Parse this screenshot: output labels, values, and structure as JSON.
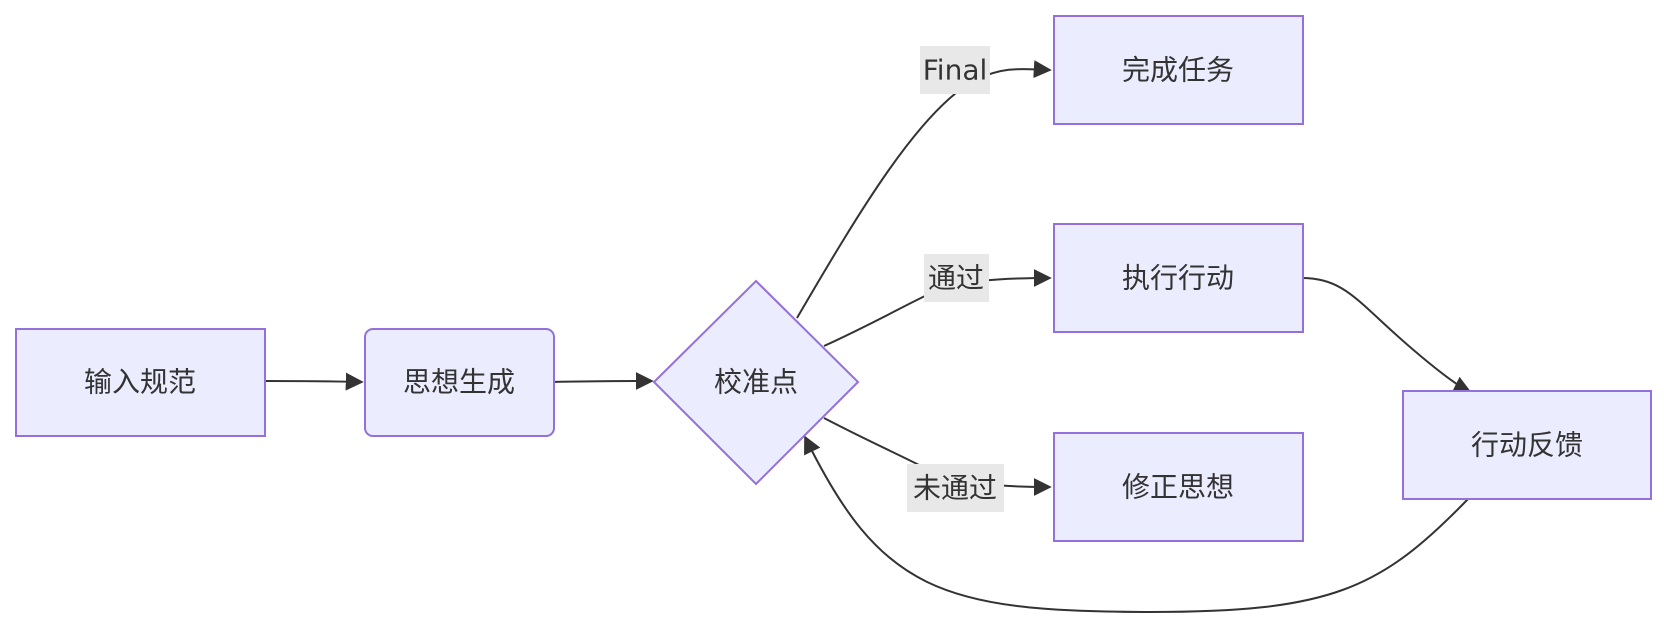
{
  "diagram": {
    "type": "flowchart",
    "direction": "left-to-right",
    "nodes": {
      "input_spec": {
        "label": "输入规范",
        "shape": "rect"
      },
      "thought_gen": {
        "label": "思想生成",
        "shape": "rounded-rect"
      },
      "checkpoint": {
        "label": "校准点",
        "shape": "diamond"
      },
      "complete_task": {
        "label": "完成任务",
        "shape": "rect"
      },
      "execute_action": {
        "label": "执行行动",
        "shape": "rect"
      },
      "revise_thought": {
        "label": "修正思想",
        "shape": "rect"
      },
      "action_feedback": {
        "label": "行动反馈",
        "shape": "rect"
      }
    },
    "edges": [
      {
        "from": "input_spec",
        "to": "thought_gen",
        "label": ""
      },
      {
        "from": "thought_gen",
        "to": "checkpoint",
        "label": ""
      },
      {
        "from": "checkpoint",
        "to": "complete_task",
        "label": "Final"
      },
      {
        "from": "checkpoint",
        "to": "execute_action",
        "label": "通过"
      },
      {
        "from": "checkpoint",
        "to": "revise_thought",
        "label": "未通过"
      },
      {
        "from": "execute_action",
        "to": "action_feedback",
        "label": ""
      },
      {
        "from": "action_feedback",
        "to": "checkpoint",
        "label": ""
      }
    ]
  },
  "colors": {
    "node_fill": "#ececff",
    "node_stroke": "#9370db",
    "edge": "#333333",
    "text": "#333333",
    "edge_label_bg": "#e8e8e8"
  }
}
